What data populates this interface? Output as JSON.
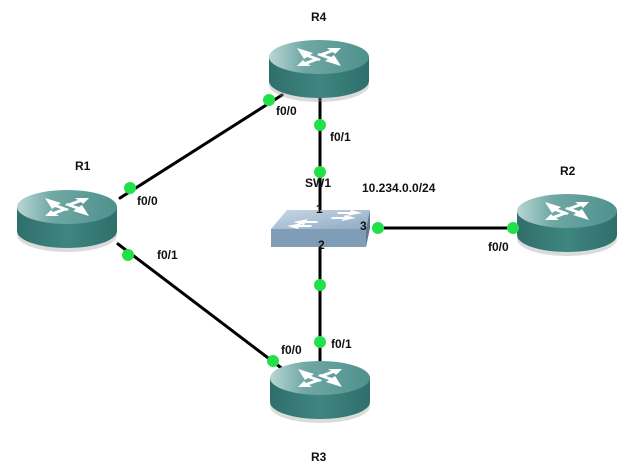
{
  "diagram": {
    "network_label": "10.234.0.0/24",
    "colors": {
      "router_top": "#6fa8a5",
      "router_side": "#3f8580",
      "switch_top": "#a9bfd2",
      "switch_side": "#6d8ba6",
      "link": "#000000",
      "port_dot": "#22e04a"
    },
    "devices": [
      {
        "id": "R4",
        "type": "router",
        "label": "R4"
      },
      {
        "id": "R1",
        "type": "router",
        "label": "R1"
      },
      {
        "id": "R2",
        "type": "router",
        "label": "R2"
      },
      {
        "id": "R3",
        "type": "router",
        "label": "R3"
      },
      {
        "id": "SW1",
        "type": "switch",
        "label": "SW1"
      }
    ],
    "links": [
      {
        "from": "R1",
        "from_port": "f0/0",
        "to": "R4",
        "to_port": "f0/0"
      },
      {
        "from": "R4",
        "from_port": "f0/1",
        "to": "SW1",
        "to_port": "1"
      },
      {
        "from": "R1",
        "from_port": "f0/1",
        "to": "R3",
        "to_port": "f0/0"
      },
      {
        "from": "SW1",
        "from_port": "2",
        "to": "R3",
        "to_port": "f0/1"
      },
      {
        "from": "SW1",
        "from_port": "3",
        "to": "R2",
        "to_port": "f0/0"
      }
    ],
    "port_labels": {
      "r4_f00": "f0/0",
      "r4_f01": "f0/1",
      "r1_f00": "f0/0",
      "r1_f01": "f0/1",
      "r2_f00": "f0/0",
      "r3_f00": "f0/0",
      "r3_f01": "f0/1",
      "sw_p1": "1",
      "sw_p2": "2",
      "sw_p3": "3"
    }
  }
}
